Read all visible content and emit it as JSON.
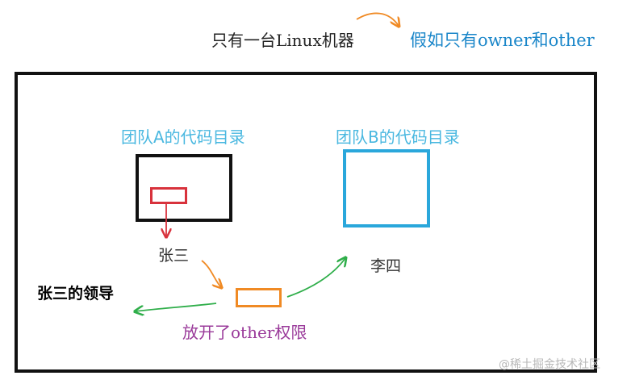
{
  "header": {
    "title": "只有一台Linux机器",
    "assumption": "假如只有owner和other"
  },
  "diagram": {
    "team_a_label": "团队A的代码目录",
    "team_b_label": "团队B的代码目录",
    "user_zhangsan": "张三",
    "user_lisi": "李四",
    "leader": "张三的领导",
    "opened_other": "放开了other权限"
  },
  "watermark": "@稀土掘金技术社区",
  "colors": {
    "title": "#222222",
    "assumption": "#1a86c9",
    "team_label": "#4ab8e0",
    "box_a_border": "#111111",
    "box_b_border": "#2aa7db",
    "red_marker": "#d8323c",
    "orange_marker": "#f08a24",
    "green_arrow": "#2fae4a",
    "opened_text": "#9a3a9a"
  },
  "icons": {
    "red_arrow": "arrow-down-icon",
    "orange_arrows": "curved-arrow-icon",
    "green_arrows": "curved-arrow-icon"
  }
}
